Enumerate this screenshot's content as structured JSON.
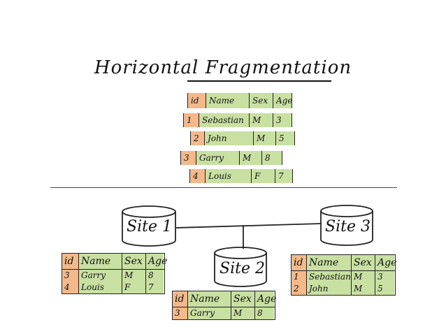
{
  "title": "Horizontal Fragmentation",
  "colors": {
    "id_column": "#f3b98a",
    "data_columns": "#c8e0a2",
    "line": "#222222"
  },
  "header": {
    "id": "id",
    "name": "Name",
    "sex": "Sex",
    "age": "Age"
  },
  "fragments": [
    {
      "id": "1",
      "name": "Sebastian",
      "sex": "M",
      "age": "3"
    },
    {
      "id": "2",
      "name": "John",
      "sex": "M",
      "age": "5"
    },
    {
      "id": "3",
      "name": "Garry",
      "sex": "M",
      "age": "8"
    },
    {
      "id": "4",
      "name": "Louis",
      "sex": "F",
      "age": "7"
    }
  ],
  "sites": [
    {
      "label": "Site 1",
      "header": {
        "id": "id",
        "name": "Name",
        "sex": "Sex",
        "age": "Age"
      },
      "rows": [
        {
          "id": "3",
          "name": "Garry",
          "sex": "M",
          "age": "8"
        },
        {
          "id": "4",
          "name": "Louis",
          "sex": "F",
          "age": "7"
        }
      ]
    },
    {
      "label": "Site 2",
      "header": {
        "id": "id",
        "name": "Name",
        "sex": "Sex",
        "age": "Age"
      },
      "rows": [
        {
          "id": "3",
          "name": "Garry",
          "sex": "M",
          "age": "8"
        }
      ]
    },
    {
      "label": "Site 3",
      "header": {
        "id": "id",
        "name": "Name",
        "sex": "Sex",
        "age": "Age"
      },
      "rows": [
        {
          "id": "1",
          "name": "Sebastian",
          "sex": "M",
          "age": "3"
        },
        {
          "id": "2",
          "name": "John",
          "sex": "M",
          "age": "5"
        }
      ]
    }
  ]
}
